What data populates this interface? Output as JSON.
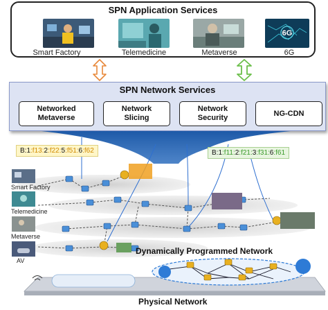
{
  "app_services": {
    "title": "SPN Application Services",
    "items": [
      {
        "label": "Smart Factory"
      },
      {
        "label": "Telemedicine"
      },
      {
        "label": "Metaverse"
      },
      {
        "label": "6G",
        "thumb_text": "6G"
      }
    ]
  },
  "network_services": {
    "title": "SPN Network Services",
    "items": [
      {
        "label": "Networked\nMetaverse"
      },
      {
        "label": "Network\nSlicing"
      },
      {
        "label": "Network\nSecurity"
      },
      {
        "label": "NG-CDN"
      }
    ]
  },
  "path_codes": {
    "left": [
      {
        "text": "B:",
        "color": "#111111"
      },
      {
        "text": "1",
        "color": "#111111"
      },
      {
        "text": ":f13:",
        "color": "#d08a00"
      },
      {
        "text": "2",
        "color": "#111111"
      },
      {
        "text": ":f22:",
        "color": "#d08a00"
      },
      {
        "text": "5",
        "color": "#111111"
      },
      {
        "text": ":f51:",
        "color": "#d08a00"
      },
      {
        "text": "6",
        "color": "#111111"
      },
      {
        "text": ":f62",
        "color": "#d08a00"
      }
    ],
    "right": [
      {
        "text": "B:",
        "color": "#111111"
      },
      {
        "text": "1",
        "color": "#111111"
      },
      {
        "text": ":f11:",
        "color": "#3a9a2a"
      },
      {
        "text": "2",
        "color": "#111111"
      },
      {
        "text": ":f21:",
        "color": "#3a9a2a"
      },
      {
        "text": "3",
        "color": "#111111"
      },
      {
        "text": ":f31:",
        "color": "#3a9a2a"
      },
      {
        "text": "6",
        "color": "#111111"
      },
      {
        "text": ":f61",
        "color": "#3a9a2a"
      }
    ]
  },
  "use_cases": [
    {
      "label": "Smart Factory"
    },
    {
      "label": "Telemedicine"
    },
    {
      "label": "Metaverse"
    },
    {
      "label": "AV"
    }
  ],
  "dynamic_network_label": "Dynamically Programmed Network",
  "physical_network_label": "Physical Network",
  "colors": {
    "orange_arrow": "#e8883a",
    "green_arrow": "#6bbf4a",
    "net_services_bg": "#dde3f3",
    "left_code_bg": "#fff6c8",
    "right_code_bg": "#e8f5e0",
    "node_blue": "#4a8fd8",
    "node_gold": "#e8b020",
    "cloud_blue": "#2e7bd6",
    "link_blue": "#2e6fd0"
  }
}
